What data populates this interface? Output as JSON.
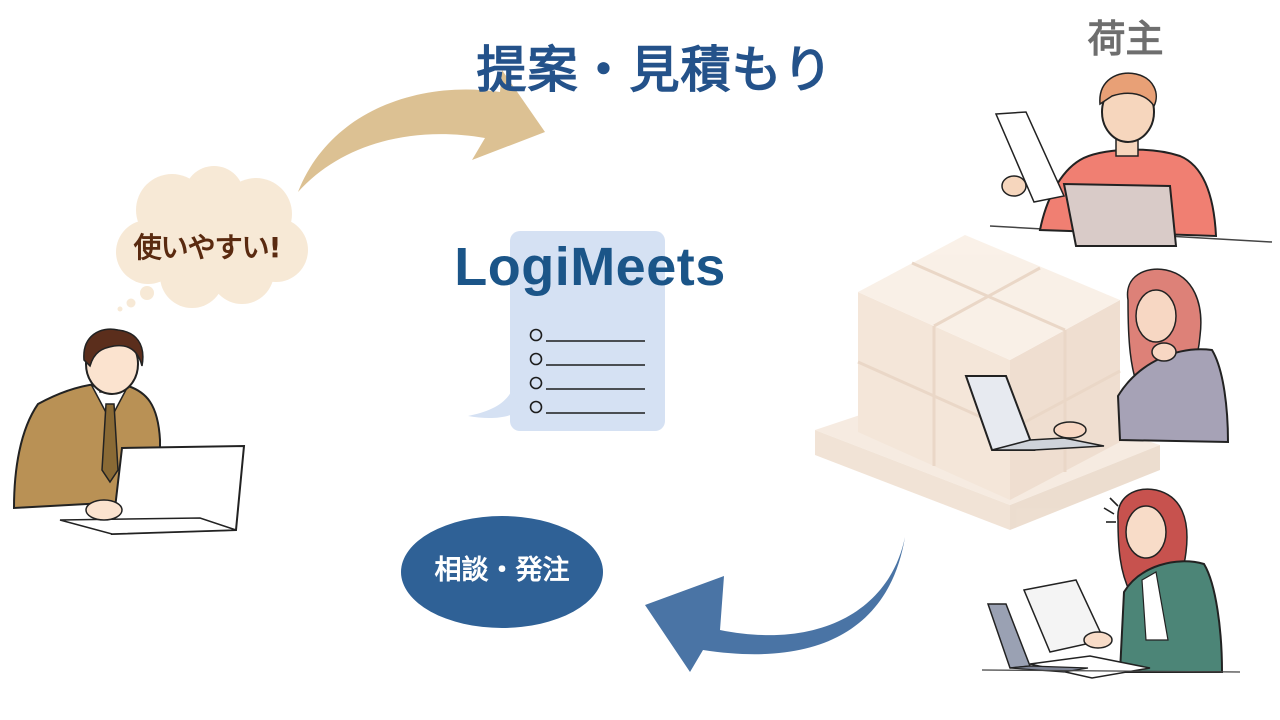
{
  "labels": {
    "proposal": "提案・見積もり",
    "shipper": "荷主",
    "easy_to_use": "使いやすい!",
    "logo": "LogiMeets",
    "consult_order": "相談・発注"
  },
  "colors": {
    "primary_blue": "#24528a",
    "logo_blue": "#1b5588",
    "tan_arrow": "#dcc193",
    "blue_arrow": "#4a74a5",
    "ellipse": "#2f6196",
    "doc_panel": "#d5e1f3",
    "cloud": "#f7e9d6"
  }
}
